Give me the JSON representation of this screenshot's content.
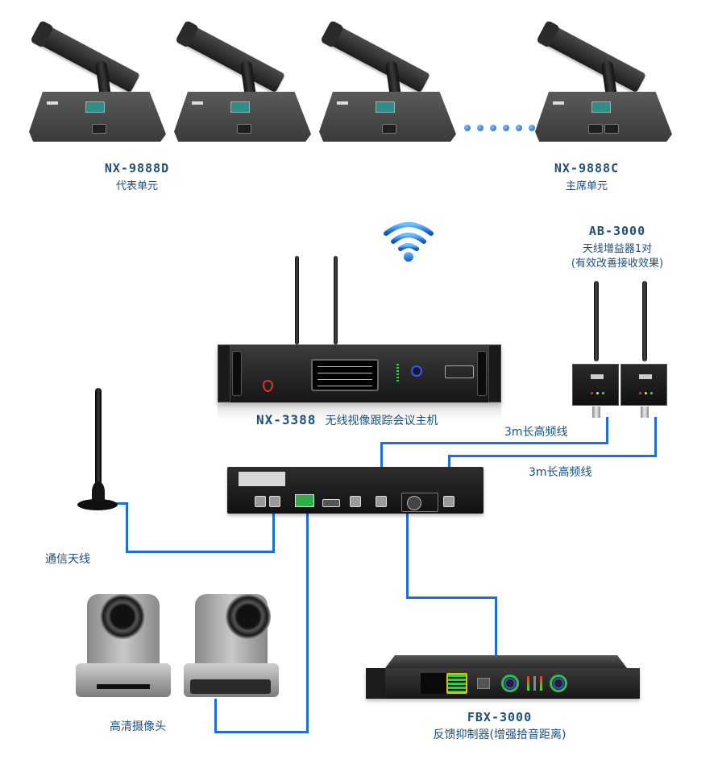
{
  "units": {
    "delegate": {
      "model": "NX-9888D",
      "name": "代表单元"
    },
    "chairman": {
      "model": "NX-9888C",
      "name": "主席单元"
    },
    "continuation_dots": 6
  },
  "wireless_icon": "wifi-icon",
  "booster": {
    "model": "AB-3000",
    "line1": "天线增益器1对",
    "line2": "(有效改善接收效果)"
  },
  "host": {
    "model": "NX-3388",
    "name": "无线视像跟踪会议主机"
  },
  "cables": {
    "rf_cable_1": "3m长高频线",
    "rf_cable_2": "3m长高频线"
  },
  "comm_antenna": {
    "label": "通信天线"
  },
  "cameras": {
    "label": "高清摄像头"
  },
  "fbx": {
    "model": "FBX-3000",
    "name": "反馈抑制器(增强拾音距离)"
  },
  "colors": {
    "wire": "#1d6fd6",
    "label_text": "#1d4f79"
  }
}
